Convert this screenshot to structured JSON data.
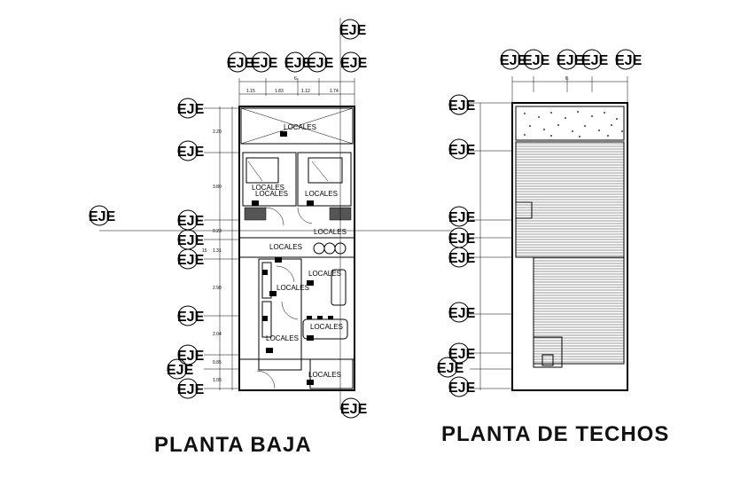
{
  "titles": {
    "ground_floor": "PLANTA BAJA",
    "roof_plan": "PLANTA DE TECHOS"
  },
  "axis_label": "EJE",
  "rooms": {
    "r1": "LOCALES",
    "r2": "LOCALES",
    "r3": "LOCALES",
    "r4": "LOCALES",
    "r5": "LOCALES",
    "r6": "LOCALES",
    "r7": "LOCALES",
    "r8": "LOCALES",
    "r9": "LOCALES",
    "r10": "LOCALES",
    "r11": "LOCALES"
  },
  "dims_top": [
    "1.15",
    "1.83",
    "1.12",
    "1.74"
  ],
  "dims_total": "6.",
  "dims_total_roof": "6.",
  "dims_left": [
    "2.20",
    "3.80",
    "0.23",
    "1.31",
    "2.98",
    "2.04",
    "0.85",
    "1.05"
  ],
  "dims_side_roof": "15"
}
